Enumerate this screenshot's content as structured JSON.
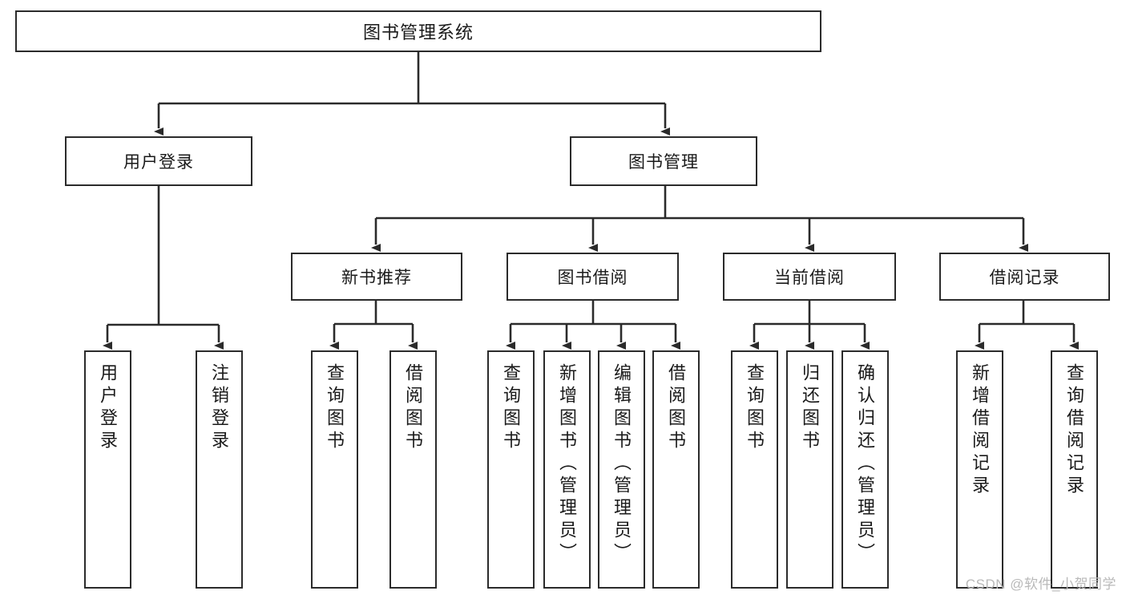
{
  "diagram": {
    "title": "图书管理系统",
    "type": "hierarchy-tree",
    "watermark": "CSDN @软件_小贺同学",
    "colors": {
      "box_border": "#2b2b2b",
      "box_fill": "#ffffff",
      "text": "#1a1a1a",
      "connector": "#2b2b2b",
      "watermark": "#b9b9b9",
      "background": "#ffffff"
    },
    "root": {
      "label": "图书管理系统"
    },
    "level2": [
      {
        "label": "用户登录"
      },
      {
        "label": "图书管理"
      }
    ],
    "level3": [
      {
        "label": "新书推荐"
      },
      {
        "label": "图书借阅"
      },
      {
        "label": "当前借阅"
      },
      {
        "label": "借阅记录"
      }
    ],
    "leaves": {
      "user_login": [
        {
          "label": "用户登录"
        },
        {
          "label": "注销登录"
        }
      ],
      "new_book_recommend": [
        {
          "label": "查询图书"
        },
        {
          "label": "借阅图书"
        }
      ],
      "book_borrow": [
        {
          "label": "查询图书"
        },
        {
          "label": "新增图书（管理员）"
        },
        {
          "label": "编辑图书（管理员）"
        },
        {
          "label": "借阅图书"
        }
      ],
      "current_borrow": [
        {
          "label": "查询图书"
        },
        {
          "label": "归还图书"
        },
        {
          "label": "确认归还（管理员）"
        }
      ],
      "borrow_record": [
        {
          "label": "新增借阅记录"
        },
        {
          "label": "查询借阅记录"
        }
      ]
    }
  }
}
